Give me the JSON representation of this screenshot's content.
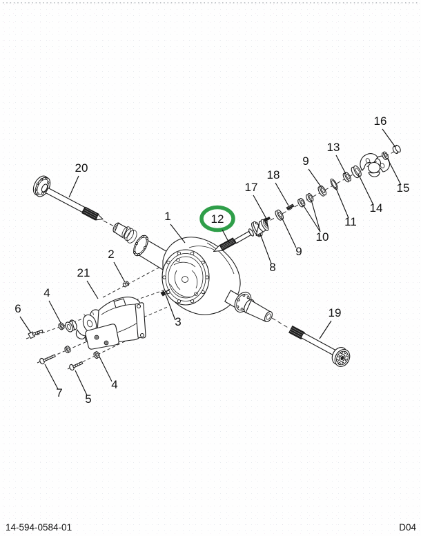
{
  "footer": {
    "left_code": "14-594-0584-01",
    "right_code": "D04"
  },
  "highlight": {
    "part_ref": "12",
    "color": "#2f9e49"
  },
  "callouts": {
    "c1": "1",
    "c2": "2",
    "c3": "3",
    "c4a": "4",
    "c4b": "4",
    "c5": "5",
    "c6": "6",
    "c7": "7",
    "c8": "8",
    "c9u": "9",
    "c9l": "9",
    "c10": "10",
    "c11": "11",
    "c12": "12",
    "c13": "13",
    "c14": "14",
    "c15": "15",
    "c16": "16",
    "c17": "17",
    "c18": "18",
    "c19": "19",
    "c20": "20",
    "c21": "21"
  }
}
